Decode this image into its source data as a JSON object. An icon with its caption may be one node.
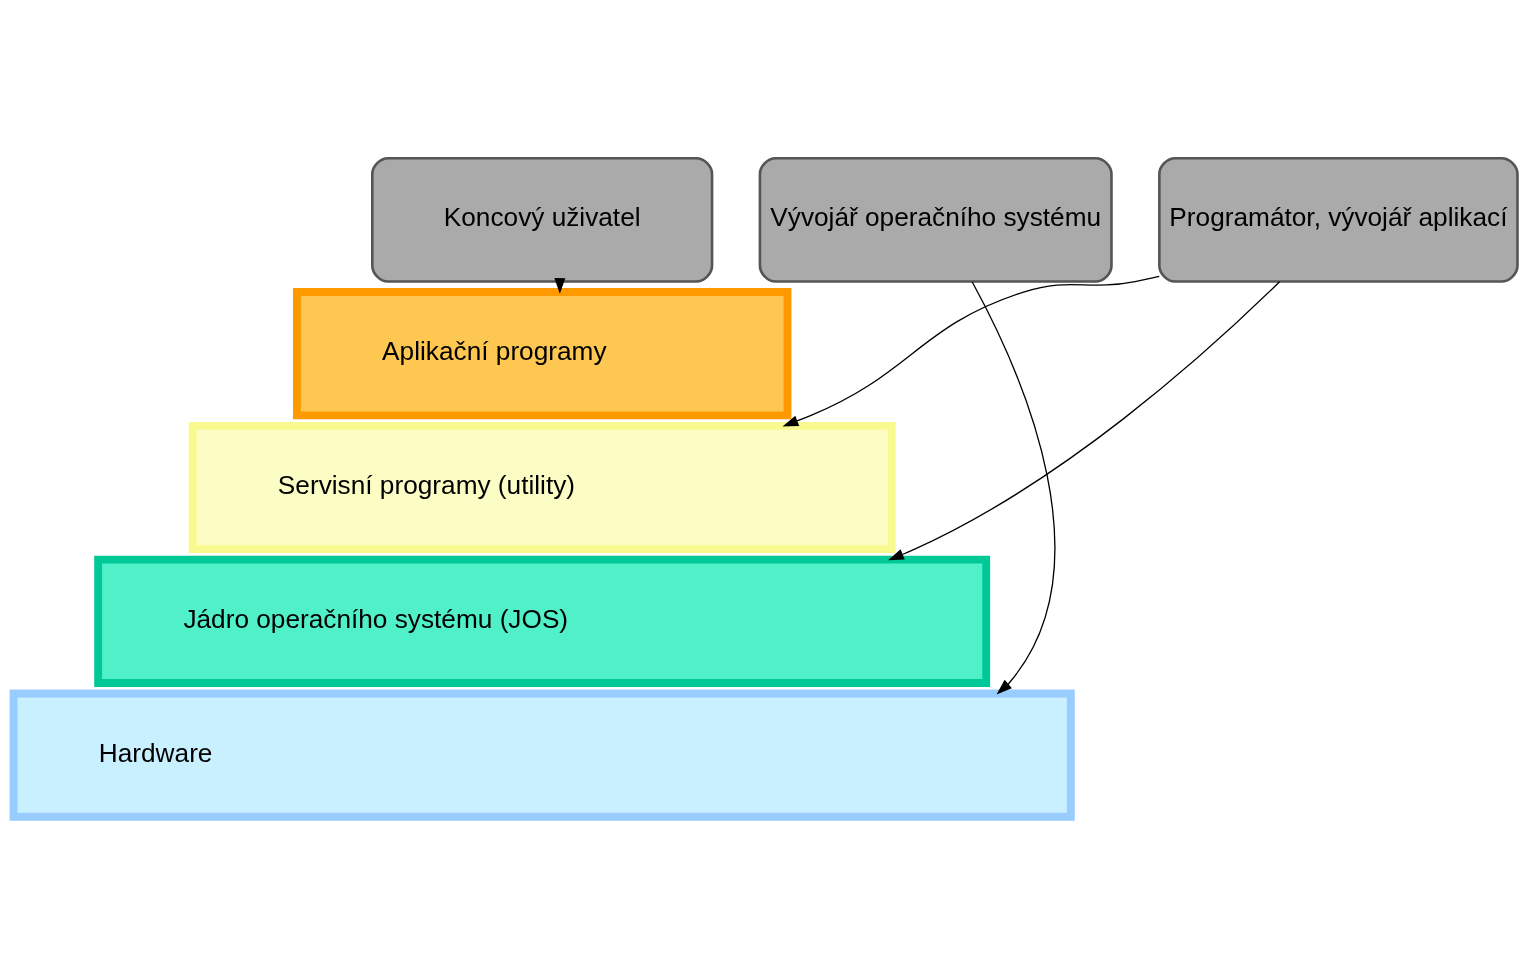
{
  "diagram": {
    "nodes": [
      {
        "text": [
          "Koncový uživatel"
        ]
      },
      {
        "text": [
          "Programátor, vývojář aplikací"
        ]
      },
      {
        "text": [
          "Vývojář operačního systému"
        ]
      },
      {
        "text": [
          "Aplikační programy"
        ]
      },
      {
        "text": [
          "Servisní programy (utility)"
        ]
      },
      {
        "text": [
          "Jádro operačního systému (JOS)"
        ]
      },
      {
        "text": [
          "Hardware"
        ]
      }
    ],
    "edges": [
      {
        "from": 0,
        "to": 3,
        "arrow": "to"
      },
      {
        "from": 1,
        "to": 4,
        "arrow": "to"
      },
      {
        "from": 1,
        "to": 5,
        "arrow": "to"
      },
      {
        "from": 2,
        "to": 6,
        "arrow": "to"
      }
    ]
  }
}
